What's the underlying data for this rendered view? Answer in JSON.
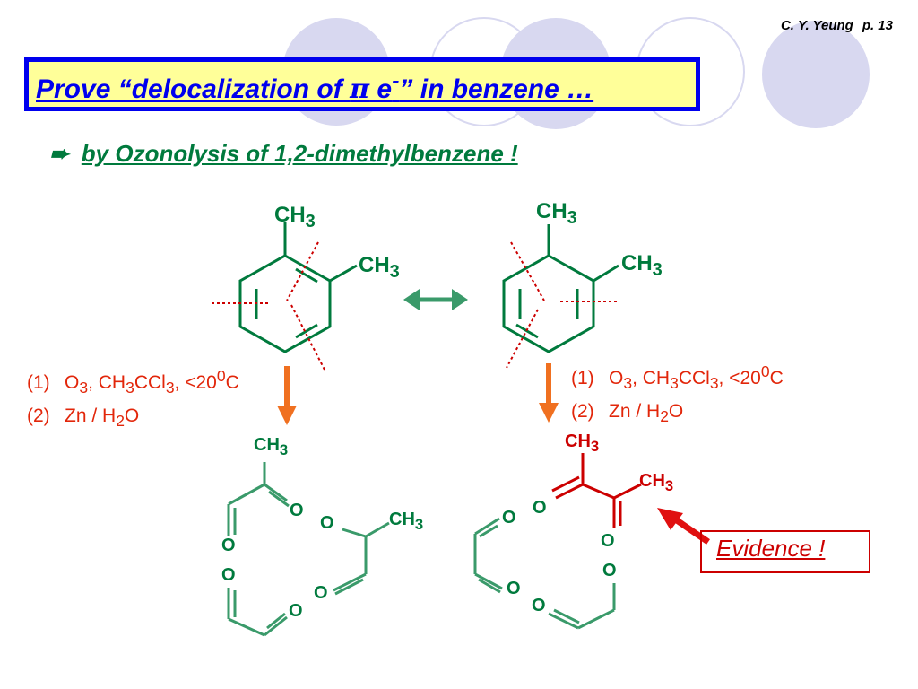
{
  "header": {
    "author": "C. Y. Yeung",
    "page": "p. 13"
  },
  "title": {
    "before": "Prove “delocalization of ",
    "pi": "π",
    "after": " e",
    "sup": "-",
    "end": "” in benzene …"
  },
  "subtitle": {
    "arrow_icon": "right-arrow-icon",
    "text": "by Ozonolysis of 1,2-dimethylbenzene !"
  },
  "conditions": {
    "step1_num": "(1)",
    "step1_a": "O",
    "step1_b": "3",
    "step1_c": ", CH",
    "step1_d": "3",
    "step1_e": "CCl",
    "step1_f": "3",
    "step1_g": ", <20",
    "step1_h": "0",
    "step1_i": "C",
    "step2_num": "(2)",
    "step2_a": "Zn / H",
    "step2_b": "2",
    "step2_c": "O"
  },
  "labels": {
    "ch": "CH",
    "three": "3",
    "o": "O"
  },
  "evidence": "Evidence !",
  "colors": {
    "title_blue": "#0000ee",
    "title_bg": "#ffff99",
    "green": "#007a3d",
    "orange": "#f07020",
    "red": "#cc0000",
    "lavender": "#d8d8f0"
  }
}
